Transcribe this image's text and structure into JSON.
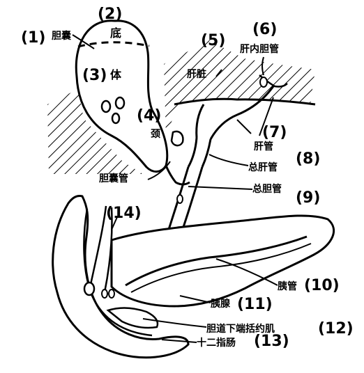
{
  "labels": {
    "n1": "(1)",
    "t1": "胆囊",
    "n2": "(2)",
    "t2": "底",
    "n3": "(3)",
    "t3": "体",
    "n4": "(4)",
    "t4": "颈",
    "n5": "(5)",
    "t5": "肝脏",
    "n6": "(6)",
    "t6": "肝内胆管",
    "n7": "(7)",
    "t7": "肝管",
    "n8": "(8)",
    "t8": "总肝管",
    "n9": "(9)",
    "t9": "总胆管",
    "t_cystic": "胆囊管",
    "n10": "(10)",
    "t10": "胰管",
    "n11": "(11)",
    "t11": "胰腺",
    "n12": "(12)",
    "t12": "胆道下端括约肌",
    "n13": "(13)",
    "t13": "十二指肠",
    "n14": "(14)"
  },
  "colors": {
    "ink": "#000000",
    "paper": "#ffffff"
  }
}
